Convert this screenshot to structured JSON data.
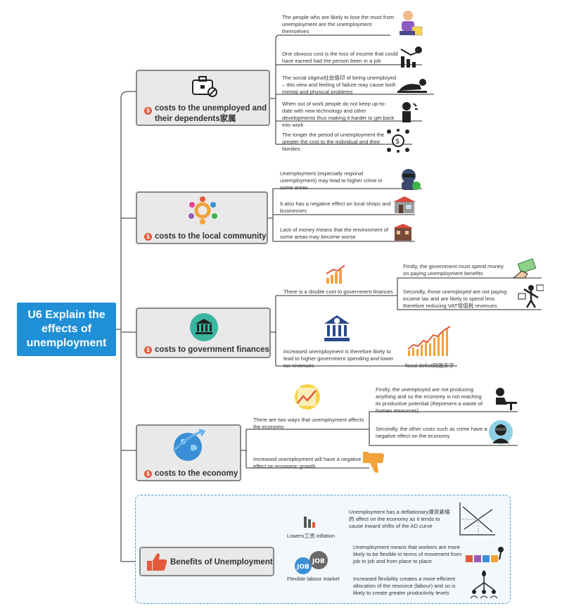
{
  "root": {
    "title": "U6 Explain the effects of unemployment"
  },
  "branches": [
    {
      "label": "costs to the unemployed and their dependents家属",
      "icon": "briefcase-icon",
      "notes": [
        "The people who are likely to lose the most from unemployment are the unemployment themselves",
        "One obvious cost is the loss of income that could have earned had the person been in a job",
        "The social stigma社会烙印 of being unemployed – this view and feeling of failure may cause both mental and physical problems",
        "When out of work people do not keep up-to-date with new technology and other developments thus making it harder to get back into work",
        "The longer the period of unemployment the greater the cost to the individual and their families"
      ]
    },
    {
      "label": "costs to the local community",
      "icon": "community-icon",
      "notes": [
        "Unemployment (especially regional unemployment) may lead to higher crime in some areas",
        "It also has a negative effect on local shops and businesses",
        "Lack of money means that the environment of some areas may become worse"
      ]
    },
    {
      "label": "costs to government finances",
      "icon": "government-building-icon",
      "notes": [
        "There is a double cost to government finances",
        "Firstly, the government must spend money on paying unemployment benefits",
        "Secondly, those unemployed are not paying income tax and are likely to spend less therefore reducing VAT增值税 revenues",
        "Increased unemployment is therefore likely to lead to higher government spending and lower tax revenues",
        "fiscal deficit财政赤字"
      ]
    },
    {
      "label": "costs to the economy",
      "icon": "globe-icon",
      "notes": [
        "There are two ways that unemployment affects the economy",
        "Firstly, the unemployed are not producing anything and so the economy is not reaching its productive potential (Represent a waste of human resources)",
        "Secondly, the other costs such as crime have a negative effect on the economy",
        "Increased unemployment will have a negative effect on economic growth"
      ]
    },
    {
      "label": "Benefits of Unemployment",
      "icon": "thumbs-up-icon",
      "notes": [
        "Lowers工资 inflation",
        "Unemployment has a deflationary通货紧缩的 affect on the economy as it tends to cause inward shifts of the AD curve",
        "Flexible labour market",
        "Unemployment means that workers are more likely to be flexible in terms of movement from job to job and from place to place",
        "Increased flexibility creates a more efficient allocation of the resource (labour) and so is likely to create greater productivity levels"
      ]
    }
  ],
  "colors": {
    "root": "#1f8fd6",
    "coin": "#e35a3b",
    "line": "#555555",
    "dashed": "#4a9ec9"
  }
}
